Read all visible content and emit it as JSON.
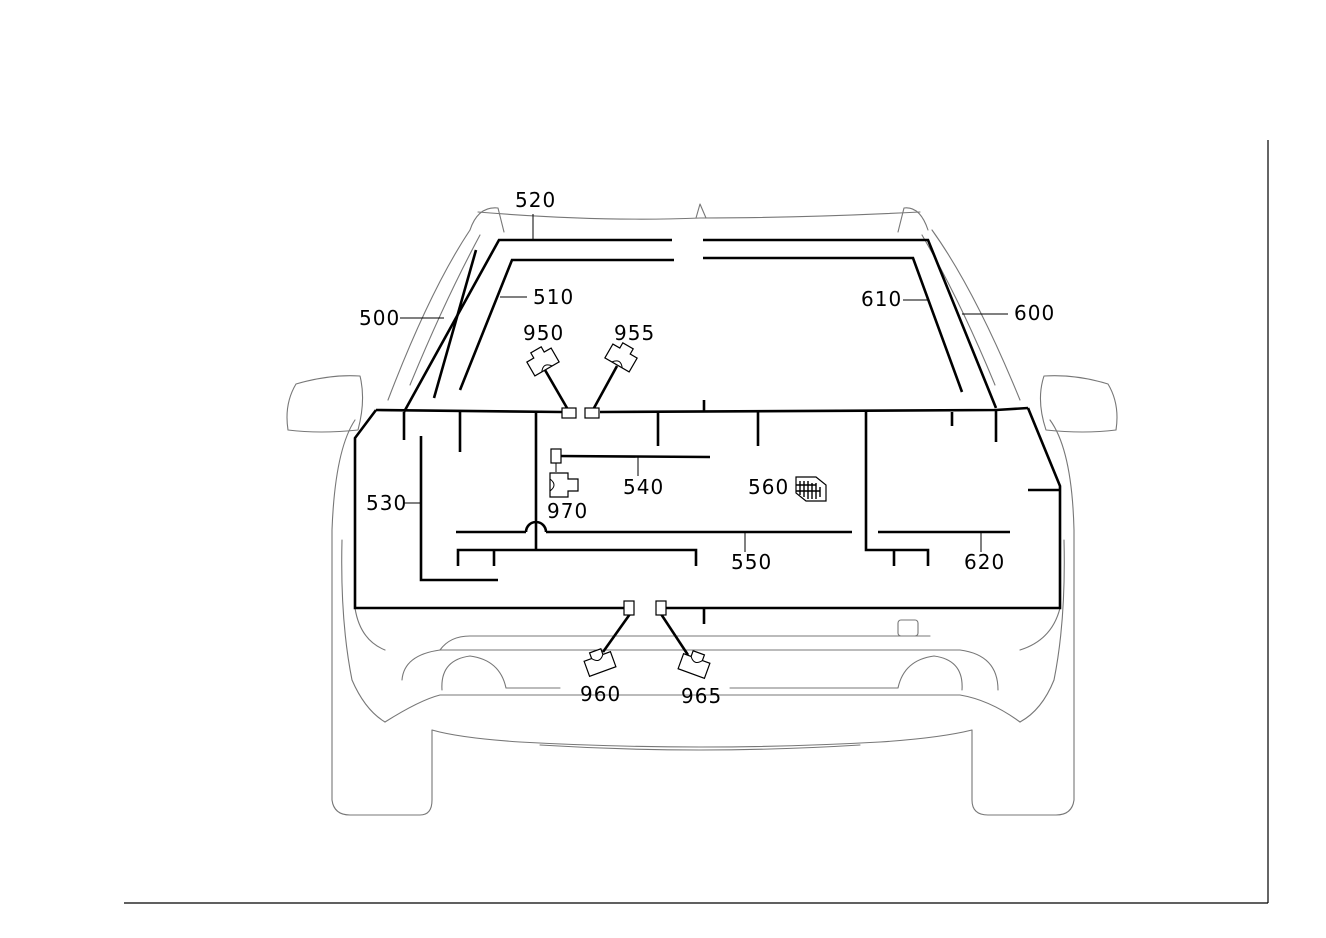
{
  "callouts": {
    "c500": "500",
    "c510": "510",
    "c520": "520",
    "c530": "530",
    "c540": "540",
    "c550": "550",
    "c560": "560",
    "c600": "600",
    "c610": "610",
    "c620": "620",
    "c950": "950",
    "c955": "955",
    "c960": "960",
    "c965": "965",
    "c970": "970"
  },
  "colors": {
    "harness": "#000000",
    "car_outline": "#777777",
    "background": "#ffffff"
  }
}
